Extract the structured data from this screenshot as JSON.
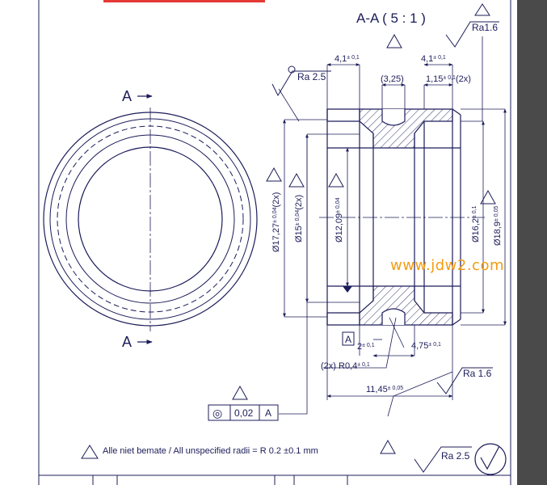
{
  "section_title": "A-A ( 5 : 1 )",
  "section_label": "A",
  "watermark": "www.jdw2.com",
  "roughness": {
    "top": "Ra1.6",
    "left": "Ra 2.5",
    "right": "Ra 1.6",
    "bottom": "Ra 2.5"
  },
  "dims": {
    "width_left": "4,1",
    "width_left_tol": "± 0,1",
    "width_right": "4,1",
    "width_right_tol": "± 0,1",
    "groove_width": "(3,25)",
    "chamfer": "1,15",
    "chamfer_tol": "± 0,1",
    "chamfer_count": "(2x)",
    "dia_outer_left": "Ø17,27",
    "dia_outer_left_tol": "± 0,04",
    "dia_outer_left_count": "(2x)",
    "dia_mid": "Ø15",
    "dia_mid_tol": "± 0,04",
    "dia_mid_count": "(2x)",
    "dia_bore": "Ø12,09",
    "dia_bore_tol": "± 0,04",
    "dia_inner_right": "Ø16,2",
    "dia_inner_right_tol": "± 0,1",
    "dia_outer_right": "Ø18,9",
    "dia_outer_right_tol": "± 0,05",
    "depth": "2",
    "depth_tol": "± 0,1",
    "length_mid": "4,75",
    "length_mid_tol": "± 0,1",
    "radius": "(2x) R0,4",
    "radius_tol": "± 0,1",
    "total_length": "11,45",
    "total_length_tol": "± 0,05"
  },
  "datum": "A",
  "tolerance_frame": {
    "symbol": "◎",
    "value": "0,02",
    "datum": "A"
  },
  "note": "Alle niet bemate / All unspecified radii = R 0.2 ±0.1 mm",
  "colors": {
    "line": "#1c1c5a",
    "hatch": "#1c1c5a",
    "margin": "#4a4a4a",
    "watermark": "#f39c12"
  }
}
